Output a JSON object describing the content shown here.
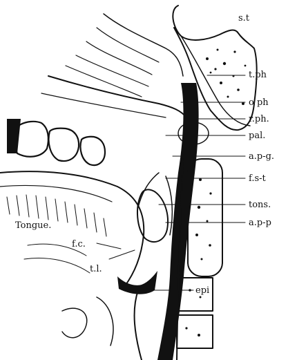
{
  "figure": {
    "labels": {
      "st": "s.t",
      "tph": "t.ph",
      "oph": "o ph",
      "rph": "r.ph.",
      "pal": "pal.",
      "apg": "a.p-g.",
      "fst": "f.s-t",
      "tons": "tons.",
      "app": "a.p-p",
      "epi": "epi",
      "fc": "f.c.",
      "tl": "t.l.",
      "tongue": "Tongue."
    }
  }
}
